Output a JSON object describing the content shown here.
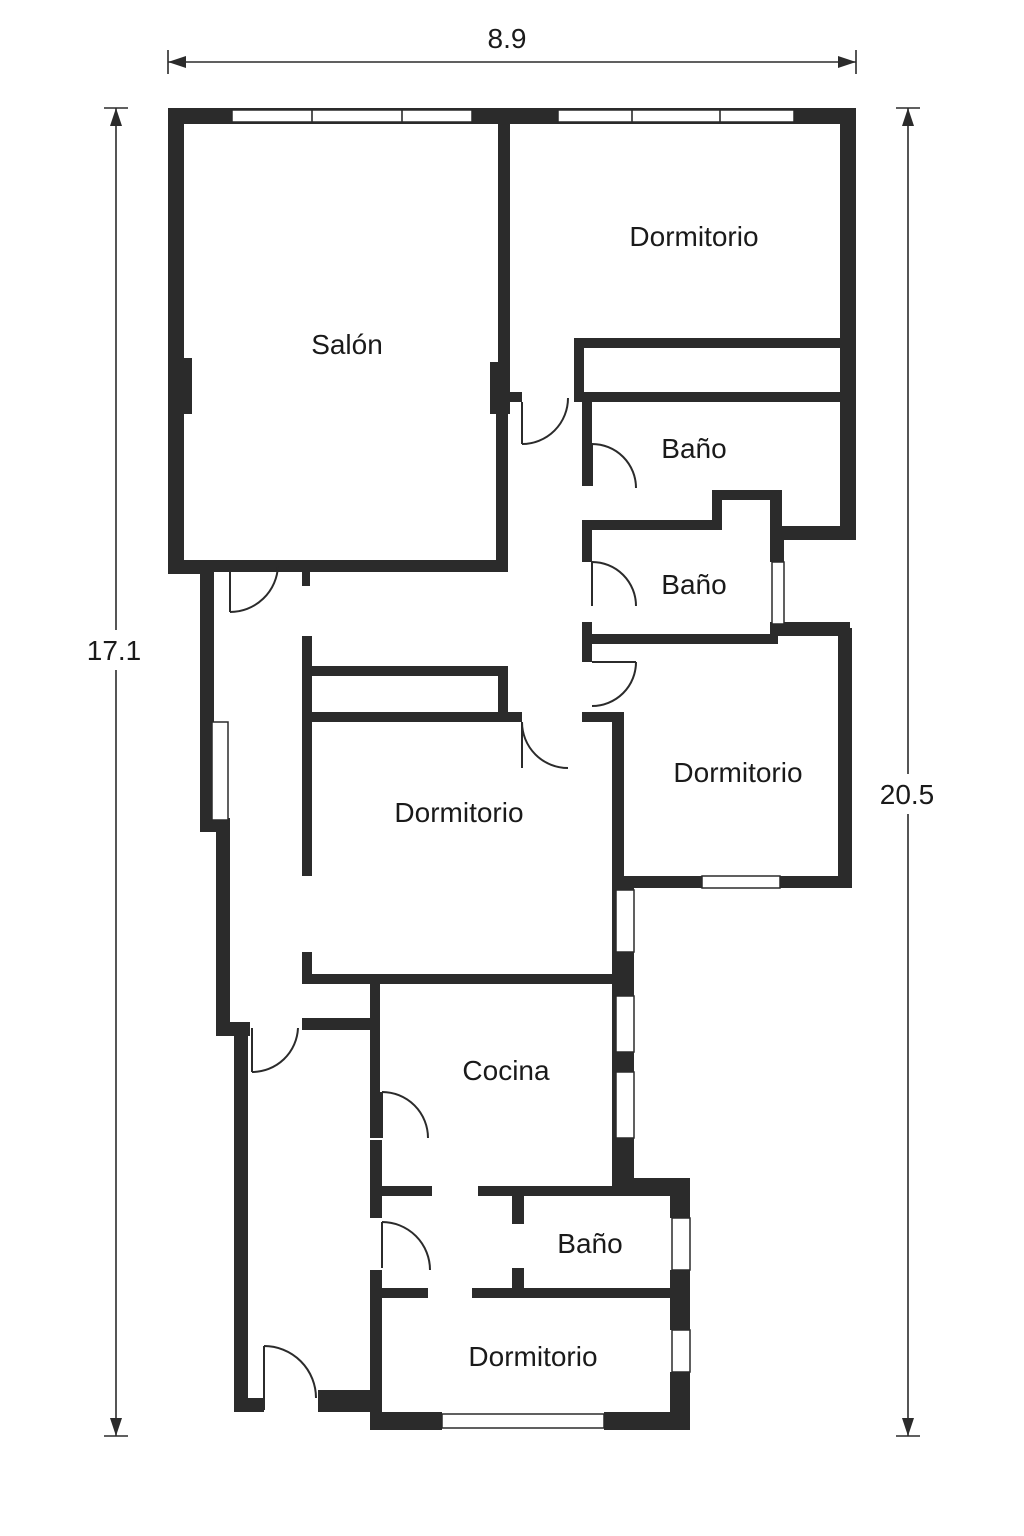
{
  "dimensions": {
    "top": "8.9",
    "left": "17.1",
    "right": "20.5"
  },
  "rooms": {
    "salon": "Salón",
    "dormitorio_1": "Dormitorio",
    "bano_1": "Baño",
    "bano_2": "Baño",
    "dormitorio_2": "Dormitorio",
    "dormitorio_3": "Dormitorio",
    "cocina": "Cocina",
    "bano_3": "Baño",
    "dormitorio_4": "Dormitorio"
  },
  "colors": {
    "wall": "#2b2b2b",
    "background": "#ffffff"
  }
}
